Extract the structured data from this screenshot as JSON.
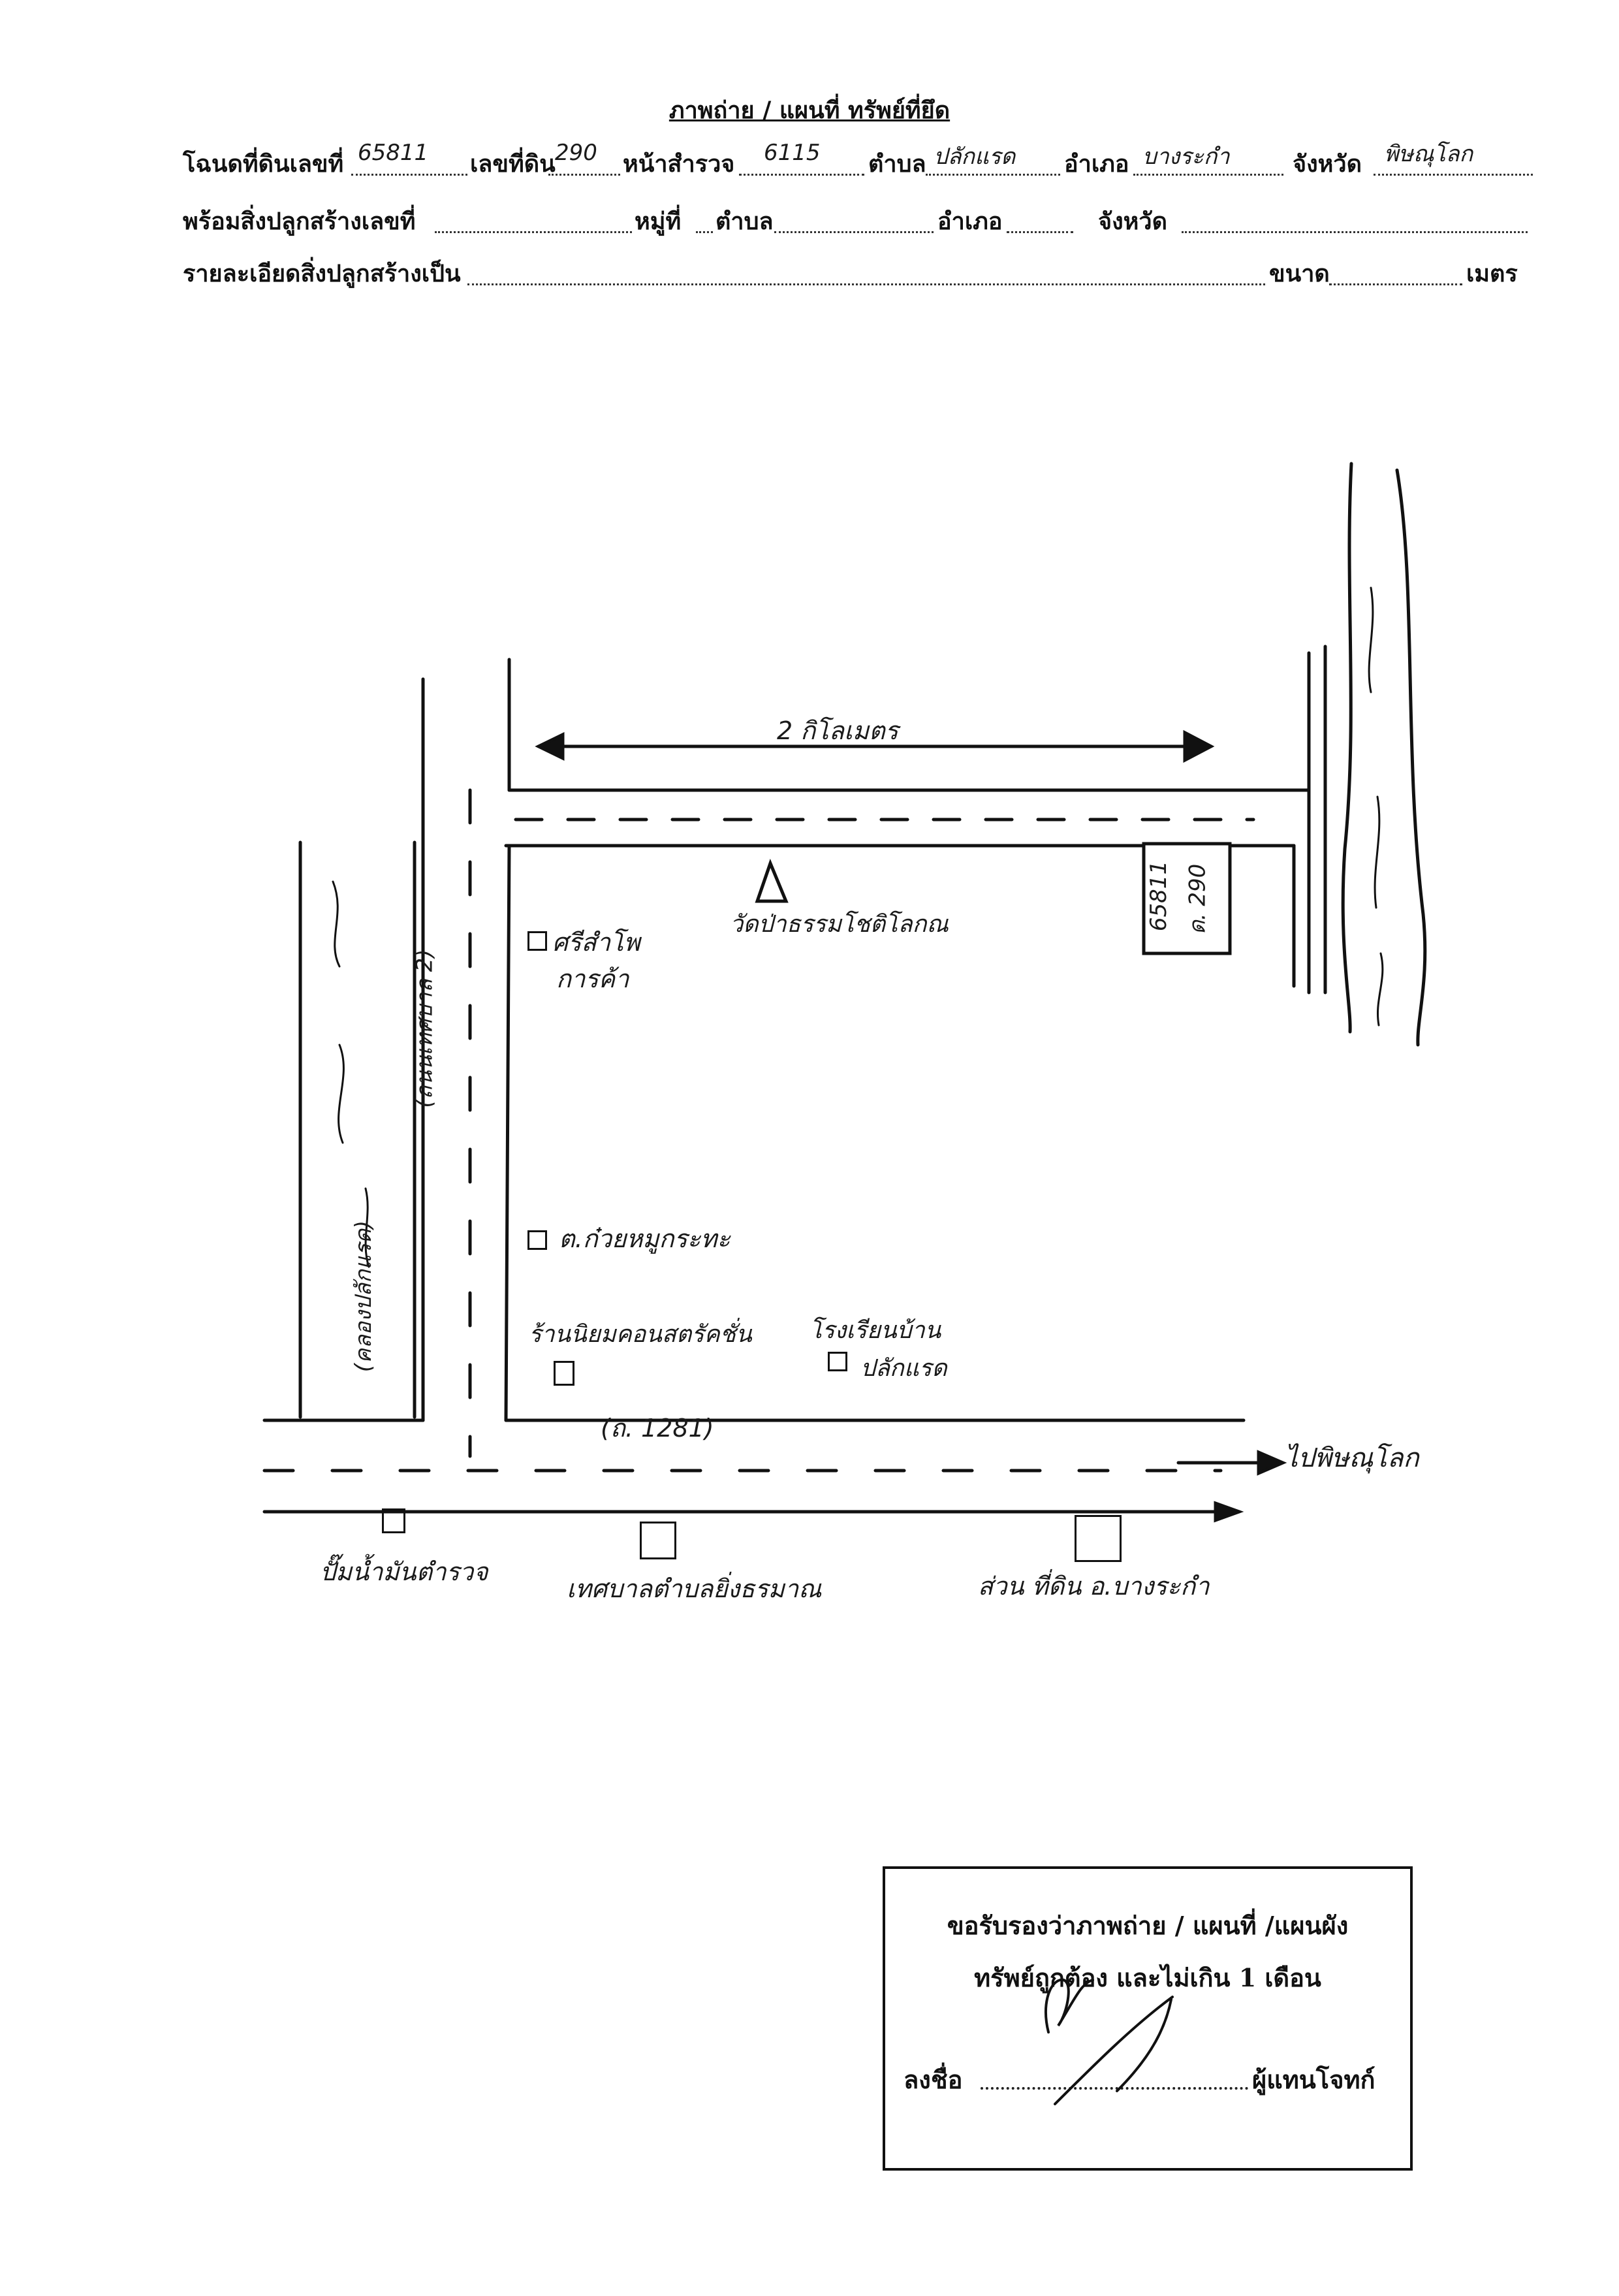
{
  "header": {
    "title": "ภาพถ่าย / แผนที่ ทรัพย์ที่ยึด",
    "row1": {
      "deed_no_label": "โฉนดที่ดินเลขที่",
      "deed_no_value": "65811",
      "land_no_label": "เลขที่ดิน",
      "land_no_value": "290",
      "survey_page_label": "หน้าสำรวจ",
      "survey_page_value": "6115",
      "subdistrict_label": "ตำบล",
      "subdistrict_value": "ปลักแรด",
      "district_label": "อำเภอ",
      "district_value": "บางระกำ",
      "province_label": "จังหวัด",
      "province_value": "พิษณุโลก"
    },
    "row2": {
      "building_no_label": "พร้อมสิ่งปลูกสร้างเลขที่",
      "moo_label": "หมู่ที่",
      "subdistrict_label": "ตำบล",
      "district_label": "อำเภอ",
      "province_label": "จังหวัด"
    },
    "row3": {
      "building_detail_label": "รายละเอียดสิ่งปลูกสร้างเป็น",
      "size_label": "ขนาด",
      "unit_label": "เมตร"
    }
  },
  "map": {
    "distance_label": "2 กิโลเมตร",
    "plot_deed": "65811",
    "plot_land_no": "ด. 290",
    "temple_label": "วัดป่าธรรมโชติโลกณ",
    "shop_line1": "ศรีสำโพ",
    "shop_line2": "การค้า",
    "road_left": "(ถนนเทศบาล 2)",
    "canal_label": "(คลองปลักแรด)",
    "store_label": "ต.ก๋วยหมูกระทะ",
    "shop_bottom_left": "ร้านนิยมคอนสตรัคชั่น",
    "school_line1": "โรงเรียนบ้าน",
    "school_line2": "ปลักแรด",
    "highway_label": "(ถ. 1281)",
    "to_city_label": "ไปพิษณุโลก",
    "gas_station_label": "ปั๊มน้ำมันตำรวจ",
    "municipality_label": "เทศบาลตำบลยิ่งธรมาณ",
    "land_office_label": "ส่วน ที่ดิน อ.บางระกำ"
  },
  "certification": {
    "line1": "ขอรับรองว่าภาพถ่าย / แผนที่ /แผนผัง",
    "line2": "ทรัพย์ถูกต้อง และไม่เกิน 1 เดือน",
    "sign_label": "ลงชื่อ",
    "sign_role": "ผู้แทนโจทก์"
  }
}
